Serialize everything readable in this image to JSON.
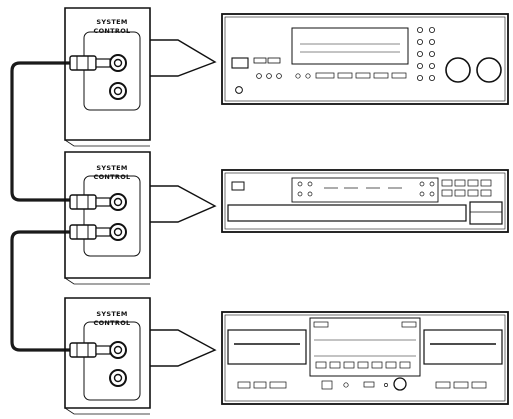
{
  "panels": [
    {
      "label_line1": "SYSTEM",
      "label_line2": "CONTROL",
      "device": "receiver"
    },
    {
      "label_line1": "SYSTEM",
      "label_line2": "CONTROL",
      "device": "cd-changer"
    },
    {
      "label_line1": "SYSTEM",
      "label_line2": "CONTROL",
      "device": "cassette-deck"
    }
  ],
  "colors": {
    "ink": "#111111",
    "background": "#ffffff",
    "cable": "#1a1a1a"
  }
}
